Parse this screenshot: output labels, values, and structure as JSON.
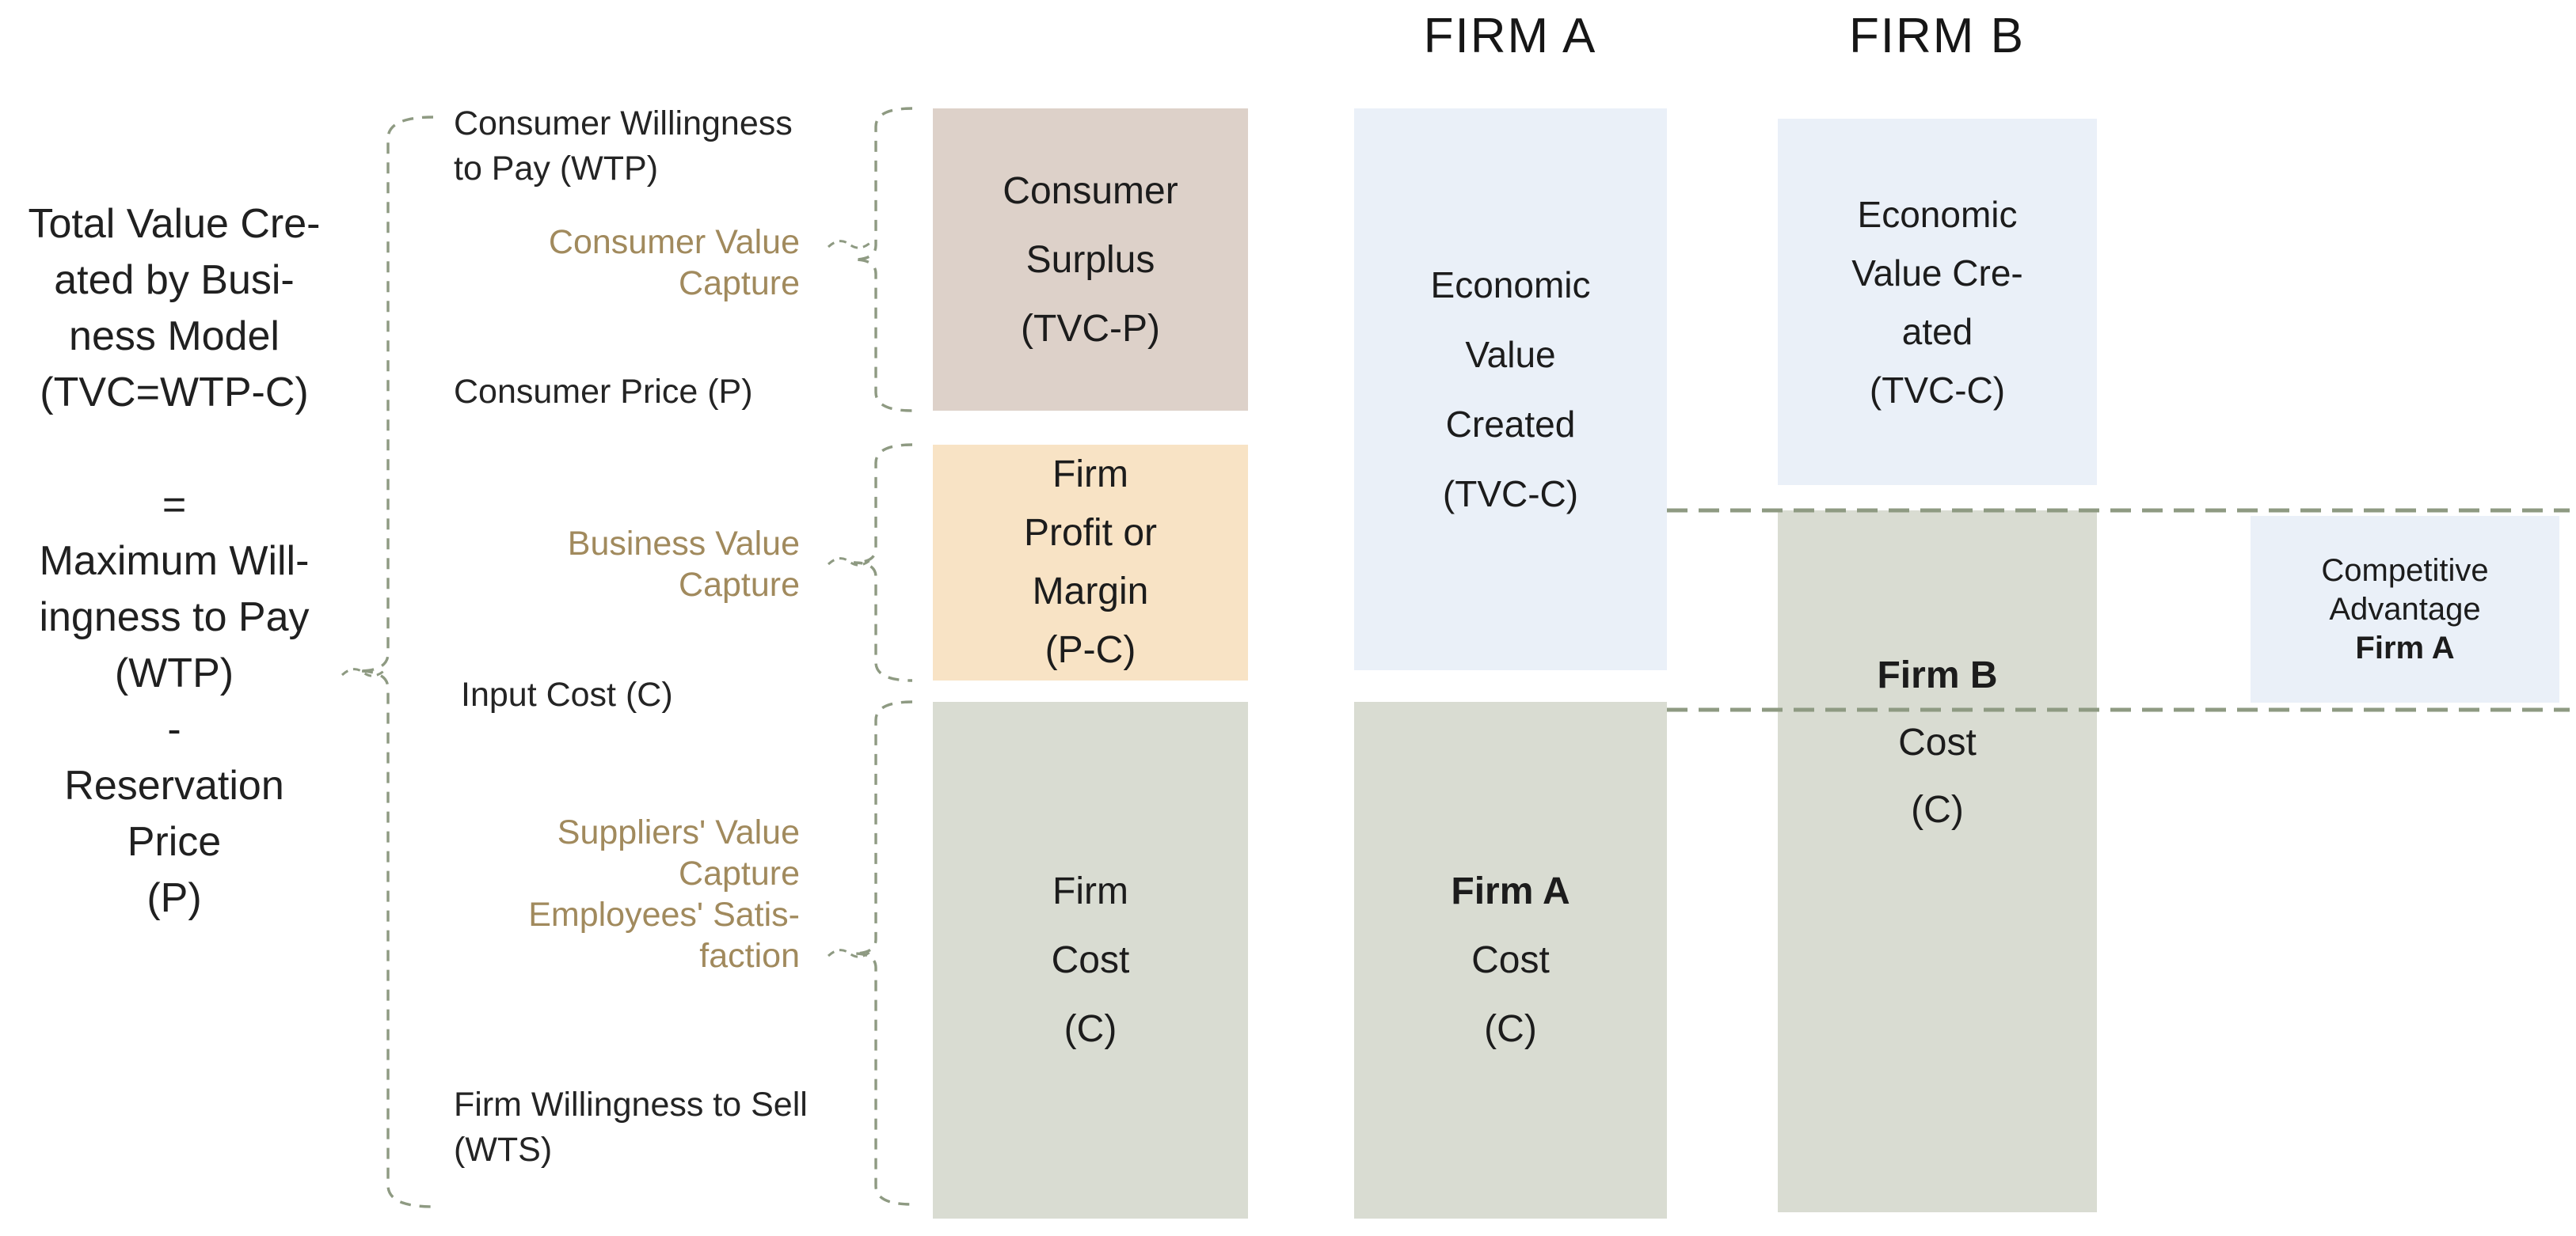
{
  "headers": {
    "firm_a": "FIRM A",
    "firm_b": "FIRM B"
  },
  "left_block": {
    "lines": [
      "Total Value Cre-",
      "ated by Busi-",
      "ness Model",
      "(TVC=WTP-C)",
      "",
      "=",
      "Maximum Will-",
      "ingness to Pay",
      "(WTP)",
      "-",
      "Reservation",
      "Price",
      "(P)"
    ]
  },
  "boundary_labels": {
    "wtp_line1": "Consumer Willingness",
    "wtp_line2": "to Pay (WTP)",
    "consumer_price": "Consumer Price (P)",
    "input_cost": "Input Cost (C)",
    "wts_line1": "Firm Willingness to Sell",
    "wts_line2": "(WTS)"
  },
  "capture_labels": {
    "consumer_line1": "Consumer Value",
    "consumer_line2": "Capture",
    "business_line1": "Business Value",
    "business_line2": "Capture",
    "suppliers_line1": "Suppliers' Value",
    "suppliers_line2": "Capture",
    "suppliers_line3": "Employees' Satis-",
    "suppliers_line4": "faction"
  },
  "boxes": {
    "consumer_surplus": {
      "line1": "Consumer",
      "line2": "Surplus",
      "line3": "(TVC-P)"
    },
    "firm_profit": {
      "line1": "Firm",
      "line2": "Profit or",
      "line3": "Margin",
      "line4": "(P-C)"
    },
    "firm_cost": {
      "line1": "Firm",
      "line2": "Cost",
      "line3": "(C)"
    },
    "firm_a_evc": {
      "line1": "Economic",
      "line2": "Value",
      "line3": "Created",
      "line4": "(TVC-C)"
    },
    "firm_a_cost": {
      "line1": "Firm A",
      "line2": "Cost",
      "line3": "(C)"
    },
    "firm_b_evc": {
      "line1": "Economic",
      "line2": "Value Cre-",
      "line3": "ated",
      "line4": "(TVC-C)"
    },
    "firm_b_cost": {
      "line1": "Firm B",
      "line2": "Cost",
      "line3": "(C)"
    },
    "competitive_advantage": {
      "line1": "Competitive",
      "line2": "Advantage",
      "line3": "Firm A"
    }
  },
  "colors": {
    "box_mauve": "#ddd1c9",
    "box_peach": "#f8e3c5",
    "box_gray": "#d9dcd2",
    "box_blue": "#eaf0f8",
    "dash": "#8e9a82",
    "label_tan": "#a18a5d",
    "text": "#1f1f1f",
    "bg": "#ffffff"
  }
}
